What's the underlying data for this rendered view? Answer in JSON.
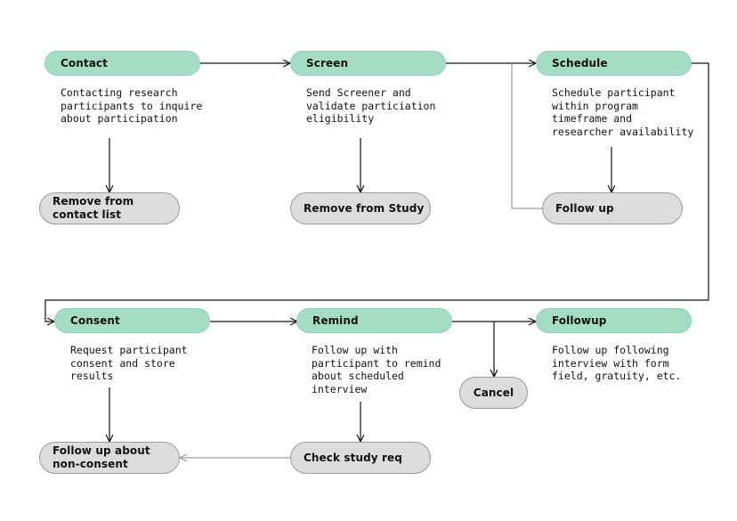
{
  "steps": {
    "contact": {
      "label": "Contact",
      "desc": "Contacting research\nparticipants to inquire\nabout participation"
    },
    "screen": {
      "label": "Screen",
      "desc": "Send Screener and\nvalidate particiation\neligibility"
    },
    "schedule": {
      "label": "Schedule",
      "desc": "Schedule participant\nwithin program\ntimeframe and\nresearcher availability"
    },
    "consent": {
      "label": "Consent",
      "desc": "Request participant\nconsent and store\nresults"
    },
    "remind": {
      "label": "Remind",
      "desc": "Follow up with\nparticipant to remind\nabout scheduled\ninterview"
    },
    "followup": {
      "label": "Followup",
      "desc": "Follow up following\ninterview with form\nfield, gratuity, etc."
    }
  },
  "outcomes": {
    "remove_contact": "Remove from\ncontact list",
    "remove_study": "Remove from Study",
    "follow_up": "Follow up",
    "cancel": "Cancel",
    "non_consent": "Follow up about\nnon-consent",
    "check_req": "Check study req"
  },
  "colors": {
    "step_fill": "#a4dcc6",
    "outcome_fill": "#dcdcdc",
    "connector": "#111111",
    "secondary_connector": "#9a9a9a"
  }
}
